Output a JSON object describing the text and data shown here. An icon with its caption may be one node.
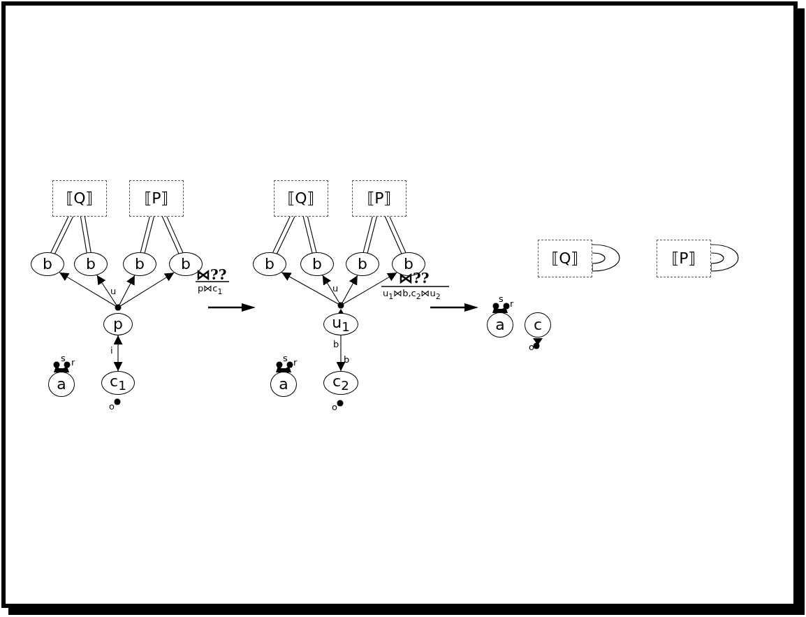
{
  "diagram": {
    "nodes": [
      {
        "text": [
          "⟦Q⟧"
        ]
      },
      {
        "text": [
          "⟦P⟧"
        ]
      },
      {
        "text": [
          "b"
        ]
      },
      {
        "text": [
          "b"
        ]
      },
      {
        "text": [
          "b"
        ]
      },
      {
        "text": [
          "b"
        ]
      },
      {
        "text": [
          "p"
        ]
      },
      {
        "text": [
          "c$_{1}$"
        ]
      },
      {
        "text": [
          "a"
        ]
      },
      {
        "text": [
          "⟦Q⟧"
        ]
      },
      {
        "text": [
          "⟦P⟧"
        ]
      },
      {
        "text": [
          "b"
        ]
      },
      {
        "text": [
          "b"
        ]
      },
      {
        "text": [
          "b"
        ]
      },
      {
        "text": [
          "b"
        ]
      },
      {
        "text": [
          "u$_{1}$"
        ]
      },
      {
        "text": [
          "c$_{2}$"
        ]
      },
      {
        "text": [
          "a"
        ]
      },
      {
        "text": [
          "⟦Q⟧"
        ]
      },
      {
        "text": [
          "⟦P⟧"
        ]
      },
      {
        "text": [
          "a"
        ]
      },
      {
        "text": [
          "c"
        ]
      }
    ],
    "edges": [
      {
        "from": 0,
        "to": 2,
        "arrow": "none"
      },
      {
        "from": 0,
        "to": 3,
        "arrow": "none"
      },
      {
        "from": 1,
        "to": 4,
        "arrow": "none"
      },
      {
        "from": 1,
        "to": 5,
        "arrow": "none"
      },
      {
        "from": 6,
        "to": 2,
        "arrow": "to"
      },
      {
        "from": 6,
        "to": 3,
        "arrow": "to"
      },
      {
        "from": 6,
        "to": 4,
        "arrow": "to"
      },
      {
        "from": 6,
        "to": 5,
        "arrow": "to"
      },
      {
        "from": 6,
        "to": 7,
        "arrow": "both",
        "label": "i"
      },
      {
        "from": 9,
        "to": 11,
        "arrow": "none"
      },
      {
        "from": 9,
        "to": 12,
        "arrow": "none"
      },
      {
        "from": 10,
        "to": 13,
        "arrow": "none"
      },
      {
        "from": 10,
        "to": 14,
        "arrow": "none"
      },
      {
        "from": 15,
        "to": 11,
        "arrow": "to"
      },
      {
        "from": 15,
        "to": 12,
        "arrow": "to"
      },
      {
        "from": 15,
        "to": 13,
        "arrow": "to"
      },
      {
        "from": 15,
        "to": 14,
        "arrow": "to"
      },
      {
        "from": 15,
        "to": 16,
        "arrow": "to",
        "label": "b"
      },
      {
        "from": 18,
        "to": 18,
        "arrow": "none"
      },
      {
        "from": 19,
        "to": 19,
        "arrow": "none"
      }
    ],
    "labels": [
      "⋈??",
      "p⋈c$_{1}$",
      "u",
      "s",
      "r",
      "o",
      "u",
      "⋈??",
      "u$_{1}$⋈b,c$_{2}$⋈u$_{2}$",
      "b",
      "s",
      "r",
      "o",
      "s",
      "r",
      "o"
    ]
  }
}
